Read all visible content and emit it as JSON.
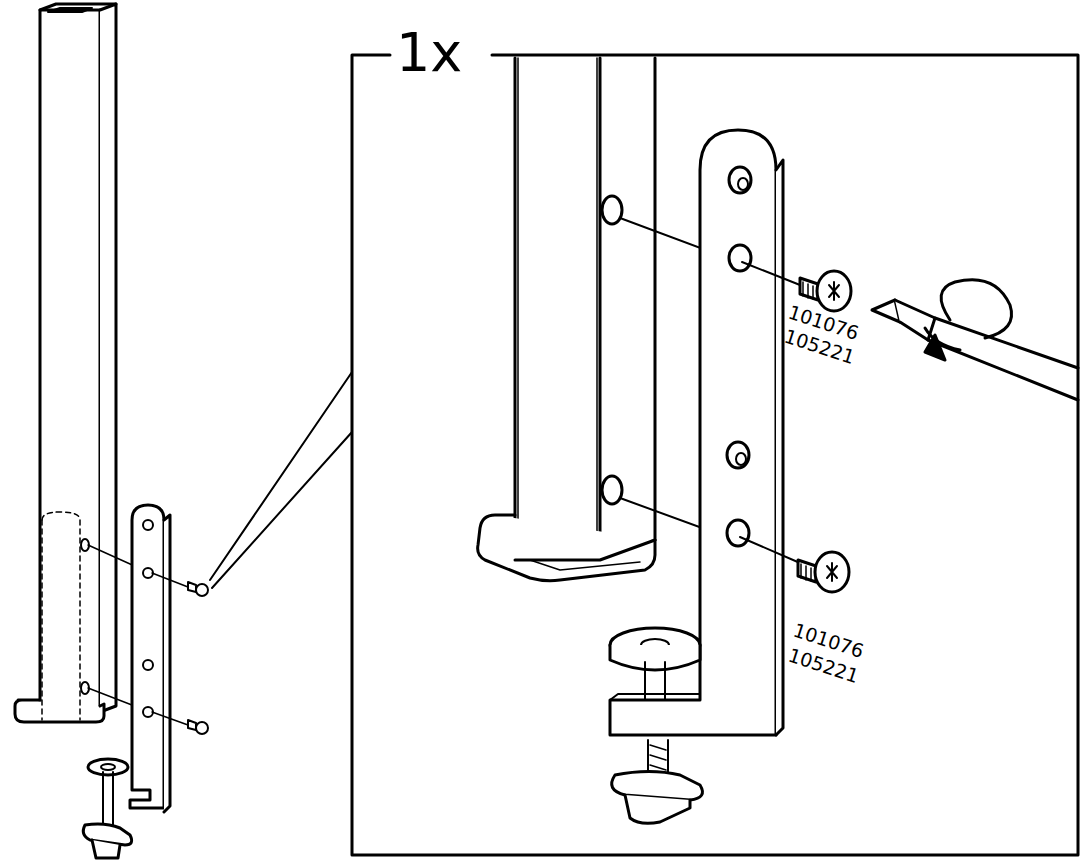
{
  "diagram": {
    "labels": [
      "1x",
      "101076",
      "105221",
      "101076",
      "105221"
    ]
  }
}
